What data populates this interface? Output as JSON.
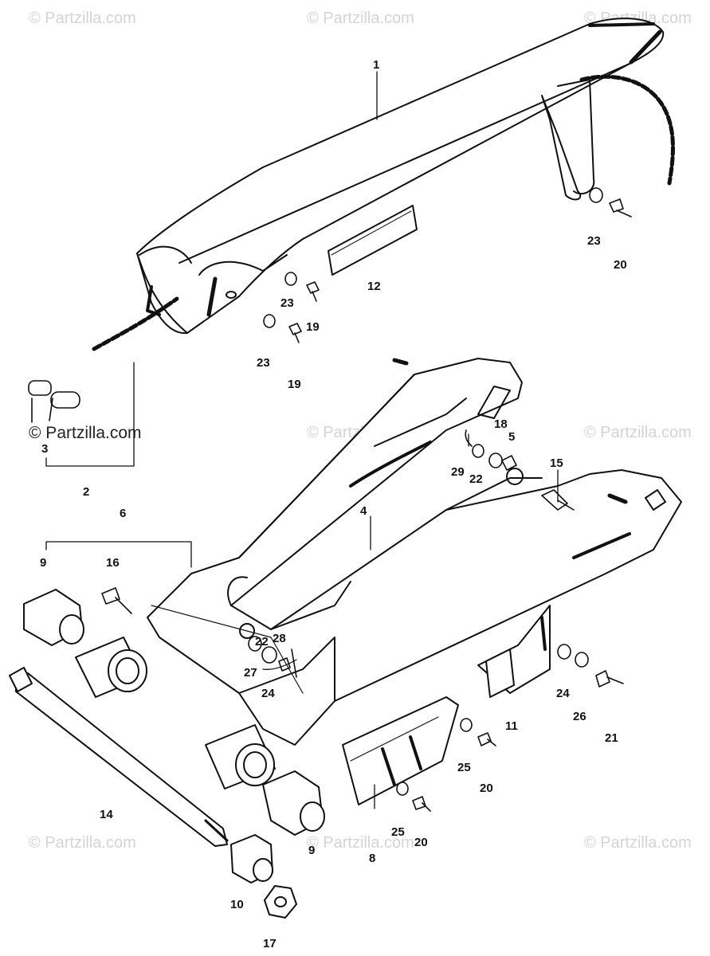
{
  "watermark": {
    "text": "© Partzilla.com",
    "marks": [
      "© Partzilla.com",
      "© Partzilla.com",
      "© Partzilla.com",
      "© Partzilla.com",
      "© Partzilla.com",
      "© Partzilla.com",
      "© Partzilla.com",
      "© Partzilla.com",
      "© Partzilla.com",
      "© Partzilla.com"
    ]
  },
  "callouts": [
    "1",
    "23",
    "20",
    "12",
    "23",
    "19",
    "23",
    "19",
    "3",
    "2",
    "29",
    "22",
    "18",
    "5",
    "15",
    "6",
    "4",
    "9",
    "16",
    "22",
    "28",
    "27",
    "24",
    "24",
    "26",
    "21",
    "11",
    "25",
    "20",
    "14",
    "25",
    "20",
    "8",
    "9",
    "10",
    "17"
  ]
}
